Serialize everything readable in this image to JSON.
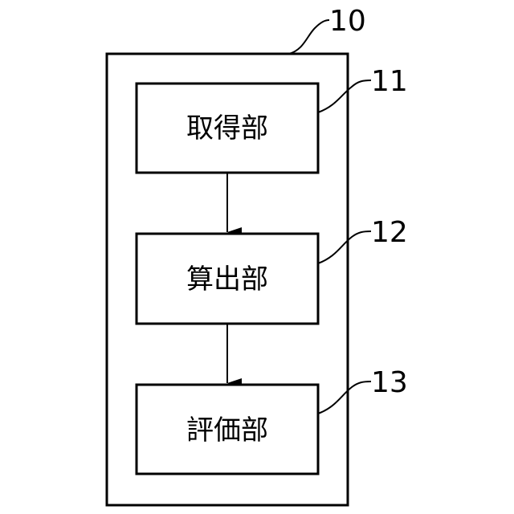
{
  "diagram": {
    "container": {
      "ref": "10"
    },
    "blocks": [
      {
        "label": "取得部",
        "ref": "11"
      },
      {
        "label": "算出部",
        "ref": "12"
      },
      {
        "label": "評価部",
        "ref": "13"
      }
    ],
    "arrows": [
      {
        "from": "取得部",
        "to": "算出部"
      },
      {
        "from": "算出部",
        "to": "評価部"
      }
    ],
    "colors": {
      "line": "#000000",
      "background": "#ffffff"
    }
  }
}
